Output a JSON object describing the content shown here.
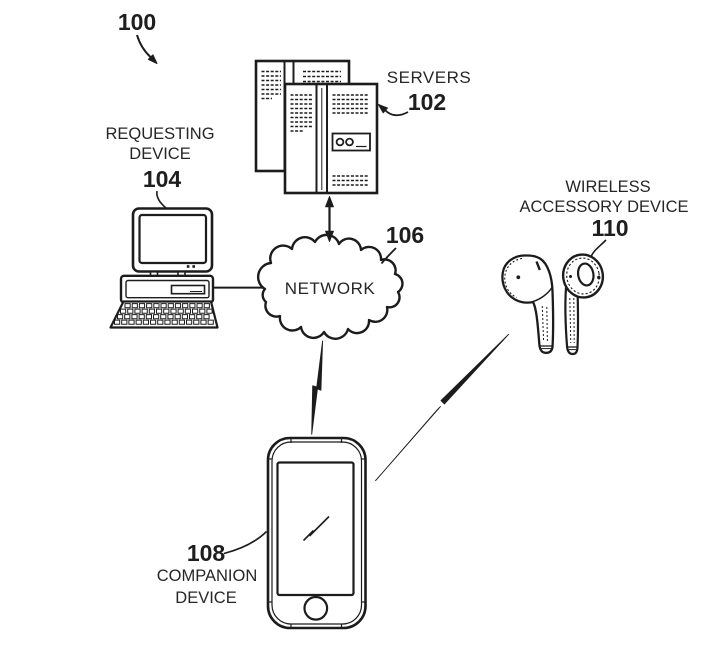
{
  "figure": {
    "ref": "100",
    "servers": {
      "label": "SERVERS",
      "ref": "102"
    },
    "requesting_device": {
      "line1": "REQUESTING",
      "line2": "DEVICE",
      "ref": "104"
    },
    "network": {
      "label": "NETWORK",
      "ref": "106"
    },
    "companion_device": {
      "ref": "108",
      "line1": "COMPANION",
      "line2": "DEVICE"
    },
    "wireless_accessory": {
      "line1": "WIRELESS",
      "line2": "ACCESSORY DEVICE",
      "ref": "110"
    },
    "colors": {
      "ink": "#1c1c1c",
      "background": "#ffffff"
    }
  }
}
